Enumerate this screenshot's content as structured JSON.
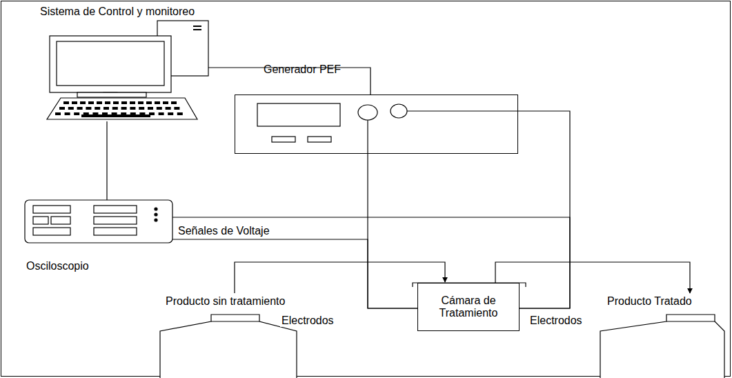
{
  "diagram": {
    "nodes": [
      {
        "text": [
          "Sistema de Control y monitoreo"
        ]
      },
      {
        "text": [
          "Generador PEF"
        ]
      },
      {
        "text": [
          "Osciloscopio"
        ]
      },
      {
        "text": [
          "Producto sin tratamiento"
        ]
      },
      {
        "text": [
          "Cámara de Tratamiento"
        ]
      },
      {
        "text": [
          "Producto Tratado"
        ]
      }
    ],
    "edges": [
      {
        "from": 0,
        "to": 1,
        "arrow": "none"
      },
      {
        "from": 0,
        "to": 2,
        "arrow": "none"
      },
      {
        "from": 1,
        "to": 4,
        "arrow": "none"
      },
      {
        "from": 1,
        "to": 4,
        "arrow": "none"
      },
      {
        "from": 2,
        "to": 4,
        "arrow": "none"
      },
      {
        "from": 2,
        "to": 4,
        "arrow": "none"
      },
      {
        "from": 3,
        "to": 4,
        "arrow": "to"
      },
      {
        "from": 4,
        "to": 5,
        "arrow": "to"
      }
    ],
    "labels": [
      "Señales de Voltaje",
      "Electrodos",
      "Electrodos"
    ]
  }
}
